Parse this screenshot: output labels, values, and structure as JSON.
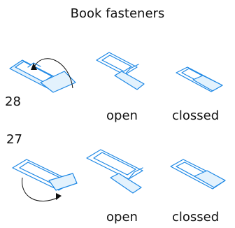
{
  "title": "Book fasteners",
  "figure_numbers": [
    "28",
    "27"
  ],
  "state_labels": {
    "open": "open",
    "closed": "clossed"
  },
  "colors": {
    "line": "#1e88e5",
    "fill": "#e3f2fd",
    "text": "#111111"
  }
}
